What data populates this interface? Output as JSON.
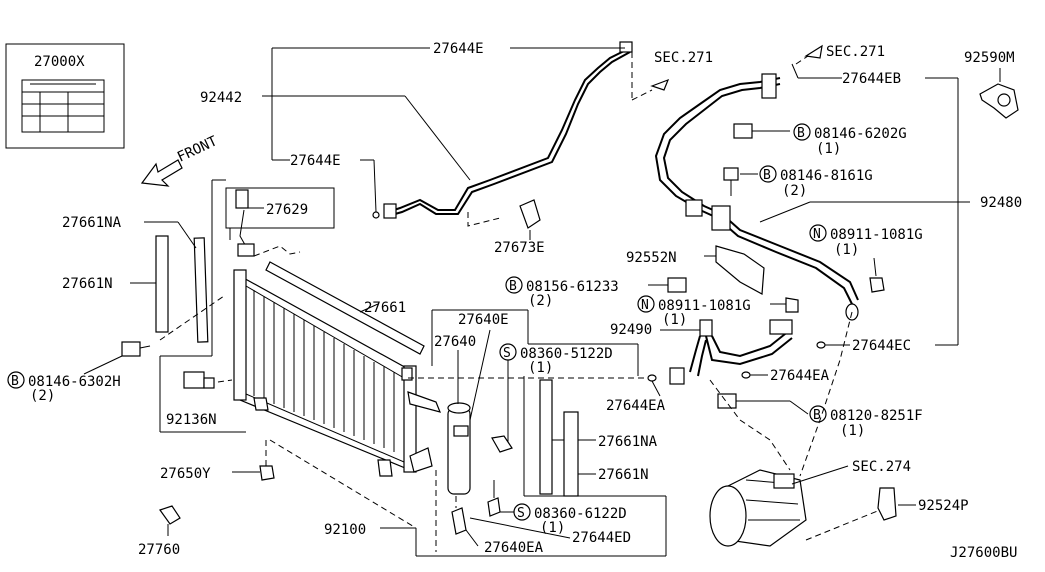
{
  "diagram": {
    "ref_code": "J27600BU",
    "front_label": "FRONT",
    "labels": {
      "kit": "27000X",
      "p27644E_top": "27644E",
      "p92442": "92442",
      "p27644E_mid": "27644E",
      "sec271_a": "SEC.271",
      "sec271_b": "SEC.271",
      "p27644EB": "27644EB",
      "p92590M": "92590M",
      "b08146_6202G": "08146-6202G",
      "b08146_6202G_q": "(1)",
      "b08146_8161G": "08146-8161G",
      "b08146_8161G_q": "(2)",
      "p92480": "92480",
      "n08911_1081G_a": "08911-1081G",
      "n08911_1081G_a_q": "(1)",
      "p92552N": "92552N",
      "b08156_61233": "08156-61233",
      "b08156_61233_q": "(2)",
      "n08911_1081G_b": "08911-1081G",
      "n08911_1081G_b_q": "(1)",
      "p92490": "92490",
      "p27644EC": "27644EC",
      "p27644EA_r": "27644EA",
      "p27644EA_l": "27644EA",
      "b08120_8251F": "08120-8251F",
      "b08120_8251F_q": "(1)",
      "sec274": "SEC.274",
      "p92524P": "92524P",
      "p27661NA_l": "27661NA",
      "p27629": "27629",
      "p27673E": "27673E",
      "p27661N_l": "27661N",
      "p27661": "27661",
      "p27640E": "27640E",
      "p27640": "27640",
      "s08360_5122D": "08360-5122D",
      "s08360_5122D_q": "(1)",
      "b08146_6302H": "08146-6302H",
      "b08146_6302H_q": "(2)",
      "p92136N": "92136N",
      "p27661NA_r": "27661NA",
      "p27661N_r": "27661N",
      "p27650Y": "27650Y",
      "s08360_6122D": "08360-6122D",
      "s08360_6122D_q": "(1)",
      "p92100": "92100",
      "p27644ED": "27644ED",
      "p27760": "27760",
      "p27640EA": "27640EA"
    },
    "bolt_markers": {
      "B": "B",
      "N": "N",
      "S": "S"
    }
  }
}
